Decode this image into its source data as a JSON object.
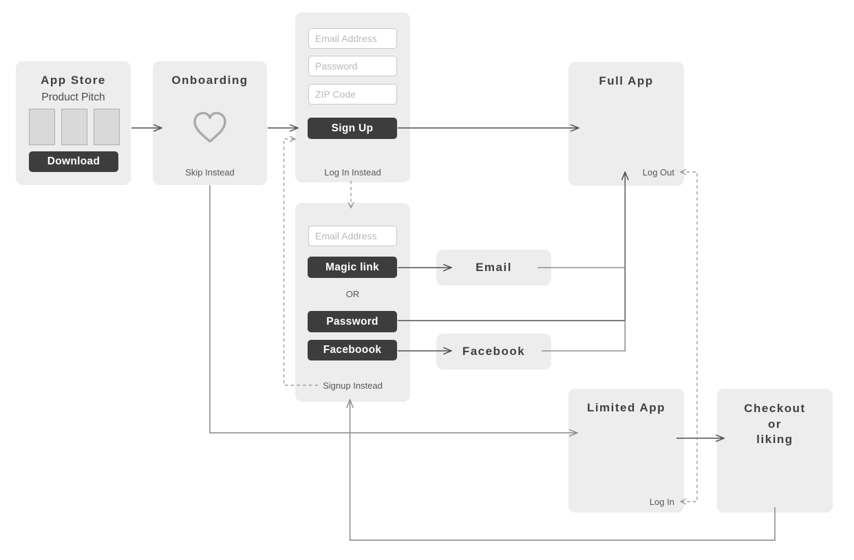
{
  "nodes": {
    "app_store": {
      "title": "App Store",
      "subtitle": "Product Pitch",
      "download_label": "Download"
    },
    "onboarding": {
      "title": "Onboarding",
      "skip_label": "Skip Instead"
    },
    "sign_up": {
      "email_placeholder": "Email Address",
      "password_placeholder": "Password",
      "zip_placeholder": "ZIP Code",
      "button_label": "Sign Up",
      "alt_label": "Log In Instead"
    },
    "log_in": {
      "email_placeholder": "Email Address",
      "magic_link_label": "Magic link",
      "or_label": "OR",
      "password_label": "Password",
      "facebook_label": "Faceboook",
      "alt_label": "Signup Instead"
    },
    "full_app": {
      "title": "Full App",
      "logout_label": "Log Out"
    },
    "email": {
      "title": "Email"
    },
    "facebook": {
      "title": "Facebook"
    },
    "limited_app": {
      "title": "Limited App",
      "login_label": "Log In"
    },
    "checkout": {
      "title": "Checkout\nor\nliking"
    }
  }
}
